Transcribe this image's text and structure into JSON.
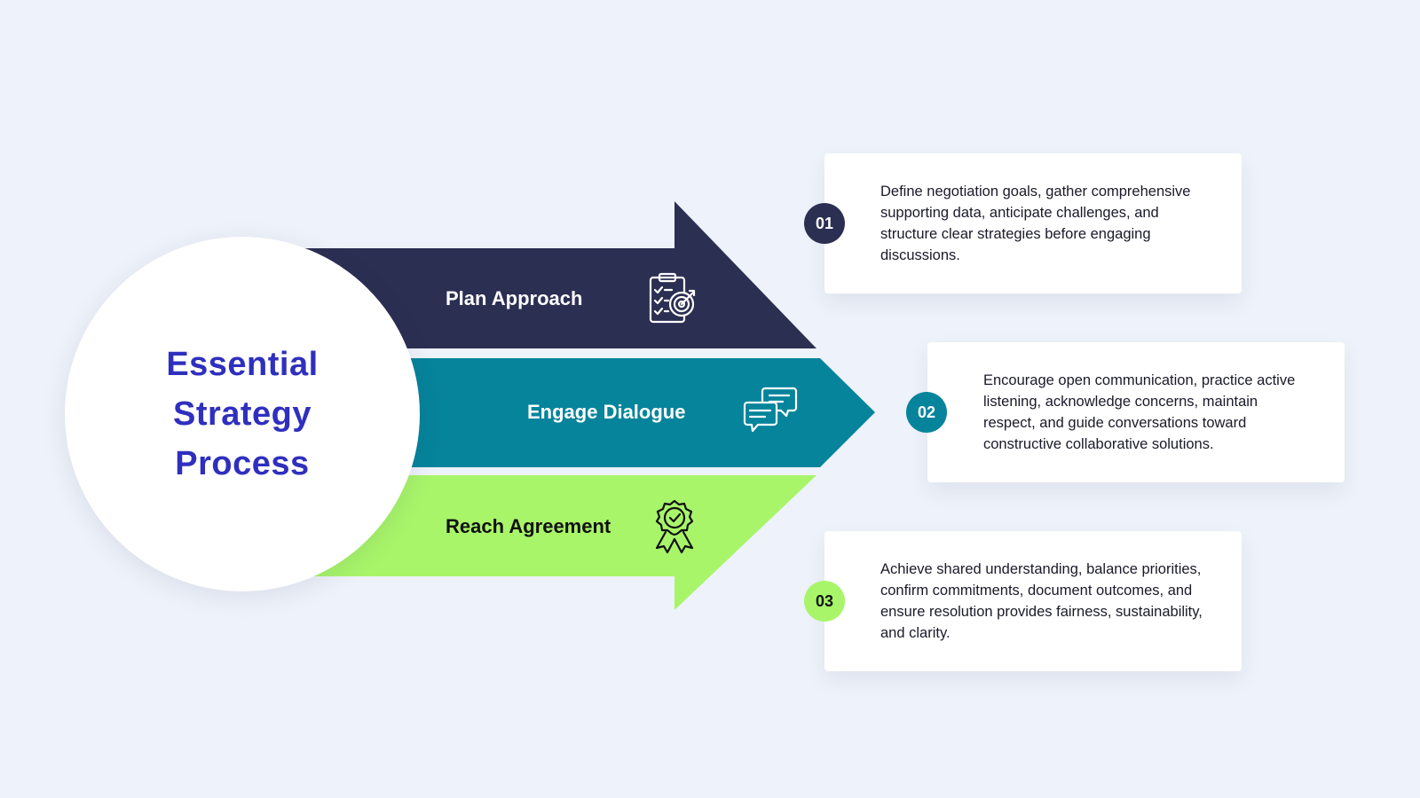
{
  "title": {
    "lines": [
      "Essential",
      "Strategy",
      "Process"
    ],
    "color": "#2f2fbf"
  },
  "steps": [
    {
      "label": "Plan Approach",
      "icon": "clipboard-target-icon",
      "color": "#2b2f52",
      "text_color": "#ffffff",
      "number": "01",
      "description": "Define negotiation goals, gather comprehensive supporting data, anticipate challenges, and structure clear strategies before engaging discussions."
    },
    {
      "label": "Engage Dialogue",
      "icon": "chat-bubbles-icon",
      "color": "#06849b",
      "text_color": "#ffffff",
      "number": "02",
      "description": "Encourage open communication, practice active listening, acknowledge concerns, maintain respect, and guide conversations toward constructive collaborative solutions."
    },
    {
      "label": "Reach Agreement",
      "icon": "award-badge-icon",
      "color": "#a8f56a",
      "text_color": "#111111",
      "number": "03",
      "description": "Achieve shared understanding, balance priorities, confirm commitments, document outcomes, and ensure resolution provides fairness, sustainability, and clarity."
    }
  ]
}
